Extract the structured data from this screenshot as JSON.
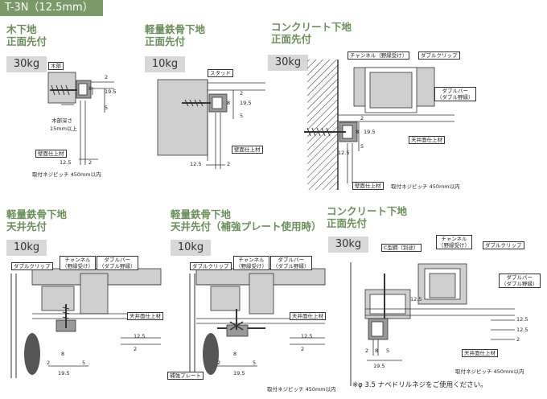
{
  "header": {
    "tag": "T-3N（12.5mm）"
  },
  "panels": {
    "p1": {
      "title1": "木下地",
      "title2": "正面先付",
      "weight": "30kg"
    },
    "p2": {
      "title1": "軽量鉄骨下地",
      "title2": "正面先付",
      "weight": "10kg"
    },
    "p3": {
      "title1": "コンクリート下地",
      "title2": "正面先付",
      "weight": "30kg"
    },
    "p4": {
      "title1": "軽量鉄骨下地",
      "title2": "天井先付",
      "weight": "10kg"
    },
    "p5": {
      "title1": "軽量鉄骨下地",
      "title2": "天井先付（補強プレート使用時）",
      "weight": "10kg"
    },
    "p6": {
      "title1": "コンクリート下地",
      "title2": "正面先付",
      "weight": "30kg"
    }
  },
  "labels": {
    "mokubu": "木部",
    "mokubu_depth1": "木部深さ",
    "mokubu_depth2": "15mm以上",
    "wall_finish": "壁面仕上材",
    "stud": "スタッド",
    "channel": "チャンネル（野縁受け）",
    "channel_l1": "チャンネル",
    "channel_l2": "（野縁受け）",
    "double_clip": "ダブルクリップ",
    "double_bar_l1": "ダブルバー",
    "double_bar_l2": "（ダブル野縁）",
    "ceiling_finish": "天井面仕上材",
    "reinforce_plate": "補強プレート",
    "c_steel": "C型鋼（別途）",
    "pitch": "取付ネジピッチ 450mm以内"
  },
  "dims": {
    "d2": "2",
    "d5": "5",
    "d8": "8",
    "d195": "19.5",
    "d125": "12.5"
  },
  "footnote": "※φ 3.5 ナベドリルネジをご使用ください。"
}
